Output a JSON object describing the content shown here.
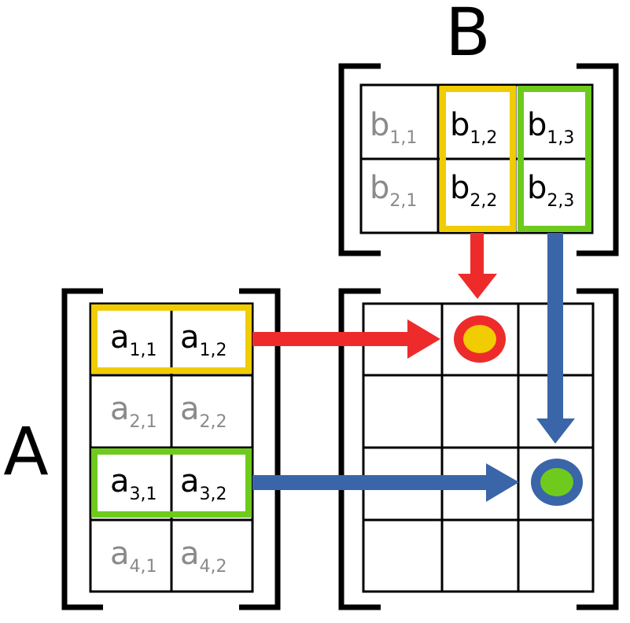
{
  "labels": {
    "a": "A",
    "b": "B"
  },
  "matrix_a": {
    "cells": [
      {
        "base": "a",
        "sub": "1,1",
        "style": "active"
      },
      {
        "base": "a",
        "sub": "1,2",
        "style": "active"
      },
      {
        "base": "a",
        "sub": "2,1",
        "style": "inactive"
      },
      {
        "base": "a",
        "sub": "2,2",
        "style": "inactive"
      },
      {
        "base": "a",
        "sub": "3,1",
        "style": "active"
      },
      {
        "base": "a",
        "sub": "3,2",
        "style": "active"
      },
      {
        "base": "a",
        "sub": "4,1",
        "style": "inactive"
      },
      {
        "base": "a",
        "sub": "4,2",
        "style": "inactive"
      }
    ]
  },
  "matrix_b": {
    "cells": [
      {
        "base": "b",
        "sub": "1,1",
        "style": "inactive"
      },
      {
        "base": "b",
        "sub": "1,2",
        "style": "active"
      },
      {
        "base": "b",
        "sub": "1,3",
        "style": "active"
      },
      {
        "base": "b",
        "sub": "2,1",
        "style": "inactive"
      },
      {
        "base": "b",
        "sub": "2,2",
        "style": "active"
      },
      {
        "base": "b",
        "sub": "2,3",
        "style": "active"
      }
    ]
  },
  "colors": {
    "yellow": "#f0cc00",
    "green": "#6ecb1d",
    "red": "#ee2b2b",
    "blue": "#3a65a8",
    "active_text": "#000000",
    "inactive_text": "#8a8a8a"
  }
}
